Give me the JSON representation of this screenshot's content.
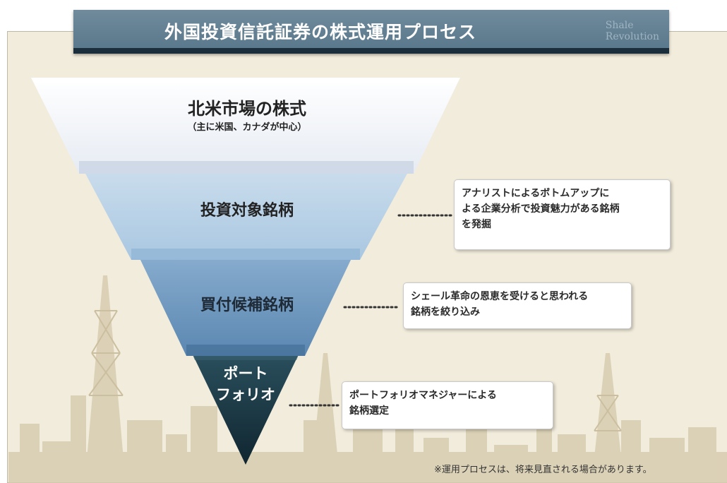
{
  "header": {
    "title": "外国投資信託証券の株式運用プロセス",
    "brand_line1": "Shale",
    "brand_line2": "Revolution"
  },
  "funnel": {
    "levels": [
      {
        "title": "北米市場の株式",
        "subtitle": "（主に米国、カナダが中心）"
      },
      {
        "title": "投資対象銘柄"
      },
      {
        "title": "買付候補銘柄"
      },
      {
        "title_line1": "ポート",
        "title_line2": "フォリオ"
      }
    ]
  },
  "callouts": [
    {
      "lines": [
        "アナリストによるボトムアップに",
        "よる企業分析で投資魅力がある銘柄",
        "を発掘"
      ]
    },
    {
      "lines": [
        "シェール革命の恩恵を受けると思われる",
        "銘柄を絞り込み"
      ]
    },
    {
      "lines": [
        "ポートフォリオマネジャーによる",
        "銘柄選定"
      ]
    }
  ],
  "footnote": "※運用プロセスは、将来見直される場合があります。",
  "colors": {
    "background": "#f2ecdc",
    "title_bar": "#5f7c8e",
    "level1": "#eef1f7",
    "level2": "#b9d3e8",
    "level3": "#6b97bf",
    "level4": "#1d3b47"
  }
}
